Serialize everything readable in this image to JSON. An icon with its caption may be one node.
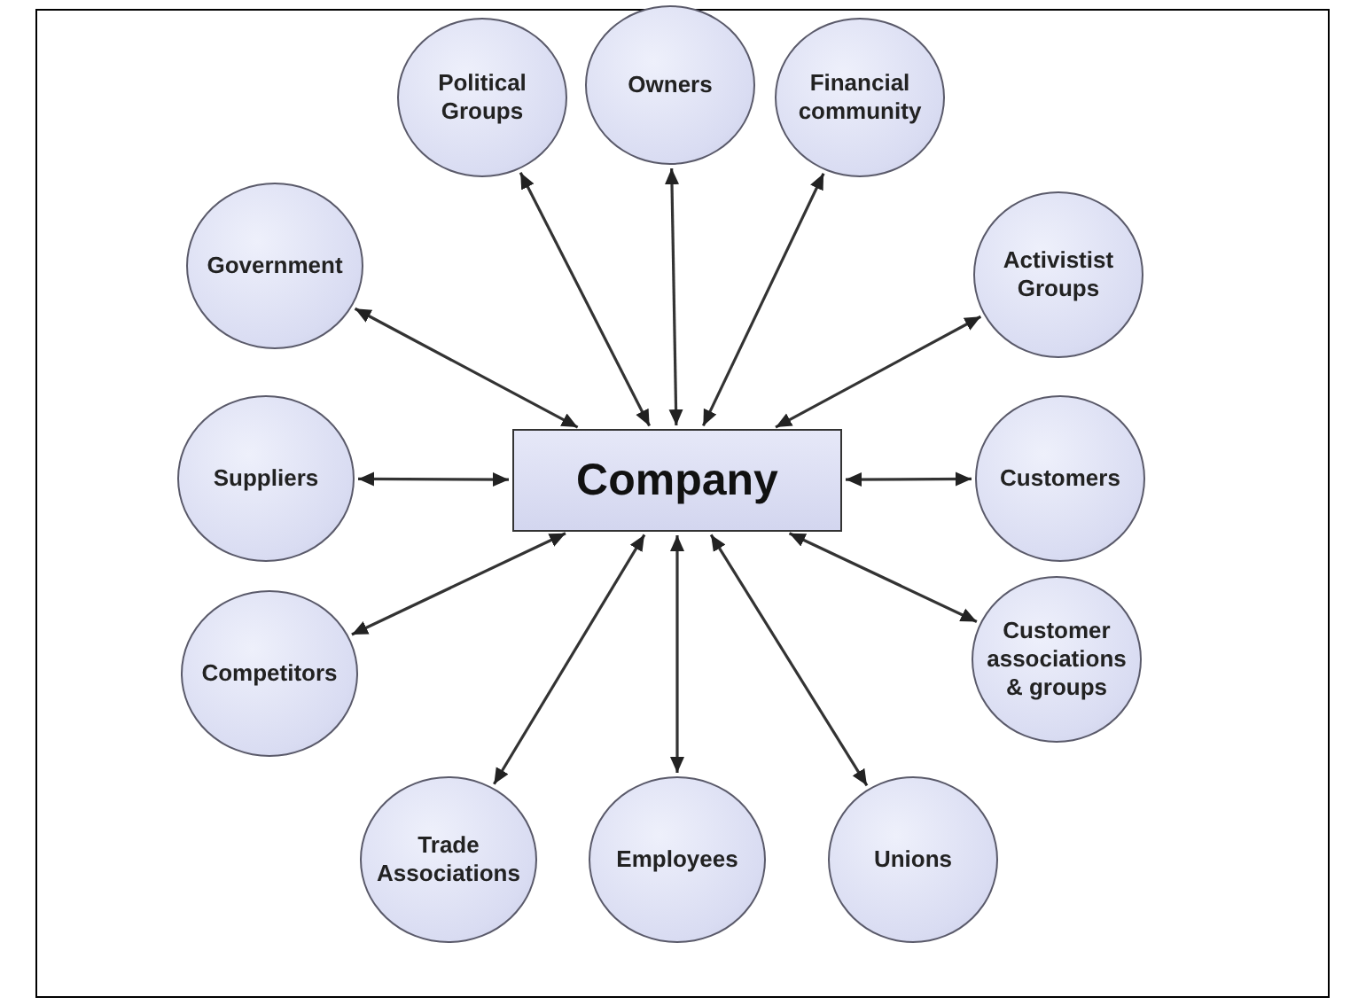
{
  "diagram": {
    "nodes": [
      {
        "text": [
          "Political Groups"
        ]
      },
      {
        "text": [
          "Owners"
        ]
      },
      {
        "text": [
          "Financial community"
        ]
      },
      {
        "text": [
          "Government"
        ]
      },
      {
        "text": [
          "Activistist Groups"
        ]
      },
      {
        "text": [
          "Suppliers"
        ]
      },
      {
        "text": [
          "Company"
        ]
      },
      {
        "text": [
          "Customers"
        ]
      },
      {
        "text": [
          "Competitors"
        ]
      },
      {
        "text": [
          "Customer associations & groups"
        ]
      },
      {
        "text": [
          "Trade Associations"
        ]
      },
      {
        "text": [
          "Employees"
        ]
      },
      {
        "text": [
          "Unions"
        ]
      }
    ],
    "edges": [
      {
        "from": 6,
        "to": 0,
        "arrow": "both"
      },
      {
        "from": 6,
        "to": 1,
        "arrow": "both"
      },
      {
        "from": 6,
        "to": 2,
        "arrow": "both"
      },
      {
        "from": 6,
        "to": 3,
        "arrow": "both"
      },
      {
        "from": 6,
        "to": 4,
        "arrow": "both"
      },
      {
        "from": 6,
        "to": 5,
        "arrow": "both"
      },
      {
        "from": 6,
        "to": 7,
        "arrow": "both"
      },
      {
        "from": 6,
        "to": 8,
        "arrow": "both"
      },
      {
        "from": 6,
        "to": 9,
        "arrow": "both"
      },
      {
        "from": 6,
        "to": 10,
        "arrow": "both"
      },
      {
        "from": 6,
        "to": 11,
        "arrow": "both"
      },
      {
        "from": 6,
        "to": 12,
        "arrow": "both"
      }
    ]
  }
}
